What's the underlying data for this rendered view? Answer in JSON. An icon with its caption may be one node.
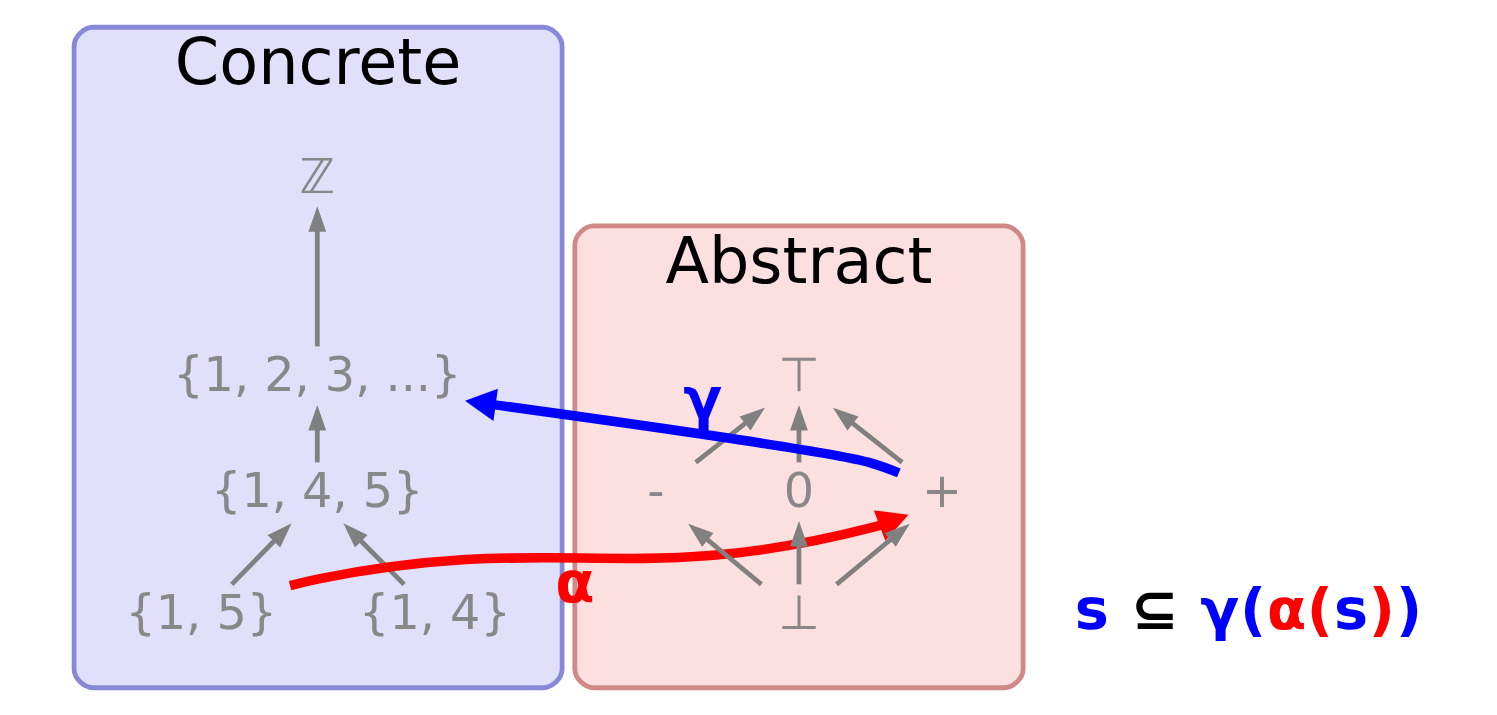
{
  "diagram": {
    "nodes": [
      {
        "text": [
          "Concrete"
        ]
      },
      {
        "text": [
          "Abstract"
        ]
      },
      {
        "text": [
          "ℤ"
        ],
        "in": 0
      },
      {
        "text": [
          "{1, 2, 3, ...}"
        ],
        "in": 0
      },
      {
        "text": [
          "{1, 4, 5}"
        ],
        "in": 0
      },
      {
        "text": [
          "{1, 4}"
        ],
        "in": 0
      },
      {
        "text": [
          "{1, 5}"
        ],
        "in": 0
      },
      {
        "text": [
          "⊤"
        ],
        "in": 1
      },
      {
        "text": [
          "-"
        ],
        "in": 1
      },
      {
        "text": [
          "0"
        ],
        "in": 1
      },
      {
        "text": [
          "+"
        ],
        "in": 1
      },
      {
        "text": [
          "⊥"
        ],
        "in": 1
      }
    ],
    "edges": [
      {
        "from": 3,
        "to": 2,
        "arrow": "to"
      },
      {
        "from": 4,
        "to": 3,
        "arrow": "to"
      },
      {
        "from": 5,
        "to": 4,
        "arrow": "to"
      },
      {
        "from": 6,
        "to": 4,
        "arrow": "to"
      },
      {
        "from": 8,
        "to": 7,
        "arrow": "to"
      },
      {
        "from": 9,
        "to": 7,
        "arrow": "to"
      },
      {
        "from": 10,
        "to": 7,
        "arrow": "to"
      },
      {
        "from": 11,
        "to": 8,
        "arrow": "to"
      },
      {
        "from": 11,
        "to": 9,
        "arrow": "to"
      },
      {
        "from": 11,
        "to": 10,
        "arrow": "to"
      },
      {
        "from": 10,
        "to": 3,
        "arrow": "to",
        "label": "γ",
        "style": "thick",
        "color": "#0000ff"
      },
      {
        "from": 6,
        "to": 10,
        "arrow": "to",
        "label": "α",
        "style": "thick",
        "color": "#ff0000"
      }
    ],
    "labels": [
      "s ⊆ γ(α(s))"
    ]
  }
}
